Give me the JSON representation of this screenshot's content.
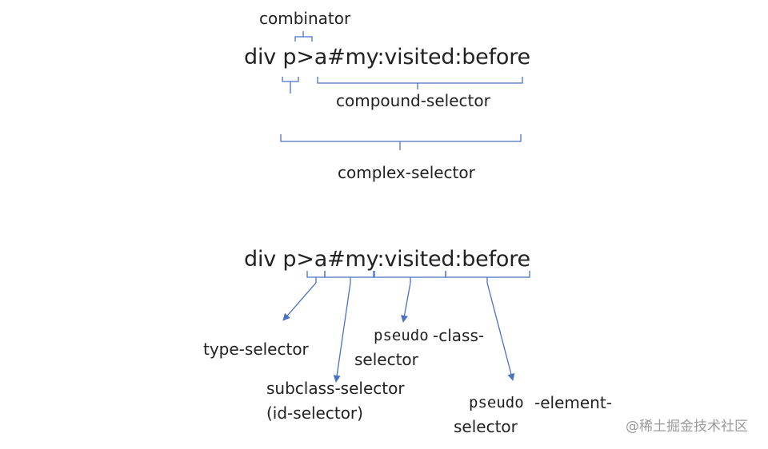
{
  "top": {
    "selector": "div p>a#my:visited:before",
    "combinator_label": "combinator",
    "compound_label": "compound-selector",
    "complex_label": "complex-selector"
  },
  "bottom": {
    "selector": "div p>a#my:visited:before",
    "type_label": "type-selector",
    "subclass_label_1": "subclass-selector",
    "subclass_label_2": "(id-selector)",
    "pseudo_class_label_a": "pseudo",
    "pseudo_class_label_b": "-class-",
    "pseudo_class_label_c": "selector",
    "pseudo_element_label_a": "pseudo",
    "pseudo_element_label_b": "-element-",
    "pseudo_element_label_c": "selector"
  },
  "colors": {
    "bracket": "#4a72c4",
    "text": "#222222"
  },
  "watermark": "@稀土掘金技术社区"
}
